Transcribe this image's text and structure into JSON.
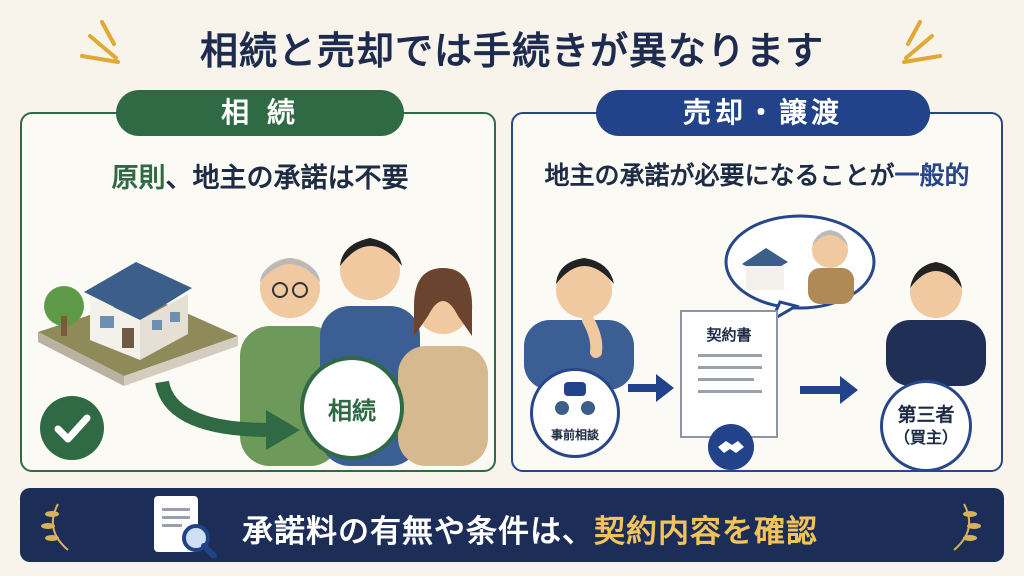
{
  "title": "相続と売却では手続きが異なります",
  "left_panel": {
    "pill": "相 続",
    "subhead_emphasis": "原則",
    "subhead_rest": "、地主の承諾は不要",
    "circle_label": "相続"
  },
  "right_panel": {
    "pill": "売却・譲渡",
    "subhead_rest": "地主の承諾が必要になることが",
    "subhead_emphasis": "一般的",
    "contract_title": "契約書",
    "consult_label": "事前相談",
    "third_party_line1": "第三者",
    "third_party_line2": "（買主）"
  },
  "banner": {
    "text_main": "承諾料の有無や条件は、",
    "text_emphasis": "契約内容を確認"
  },
  "colors": {
    "green": "#2f6a44",
    "navy": "#22428a",
    "banner_bg": "#1c2d57",
    "gold": "#f1c35b"
  },
  "icons": [
    "house-icon",
    "family-icon",
    "checkmark-icon",
    "arrow-icon",
    "contract-icon",
    "handshake-icon",
    "speech-bubble-icon",
    "document-search-icon",
    "laurel-icon"
  ]
}
